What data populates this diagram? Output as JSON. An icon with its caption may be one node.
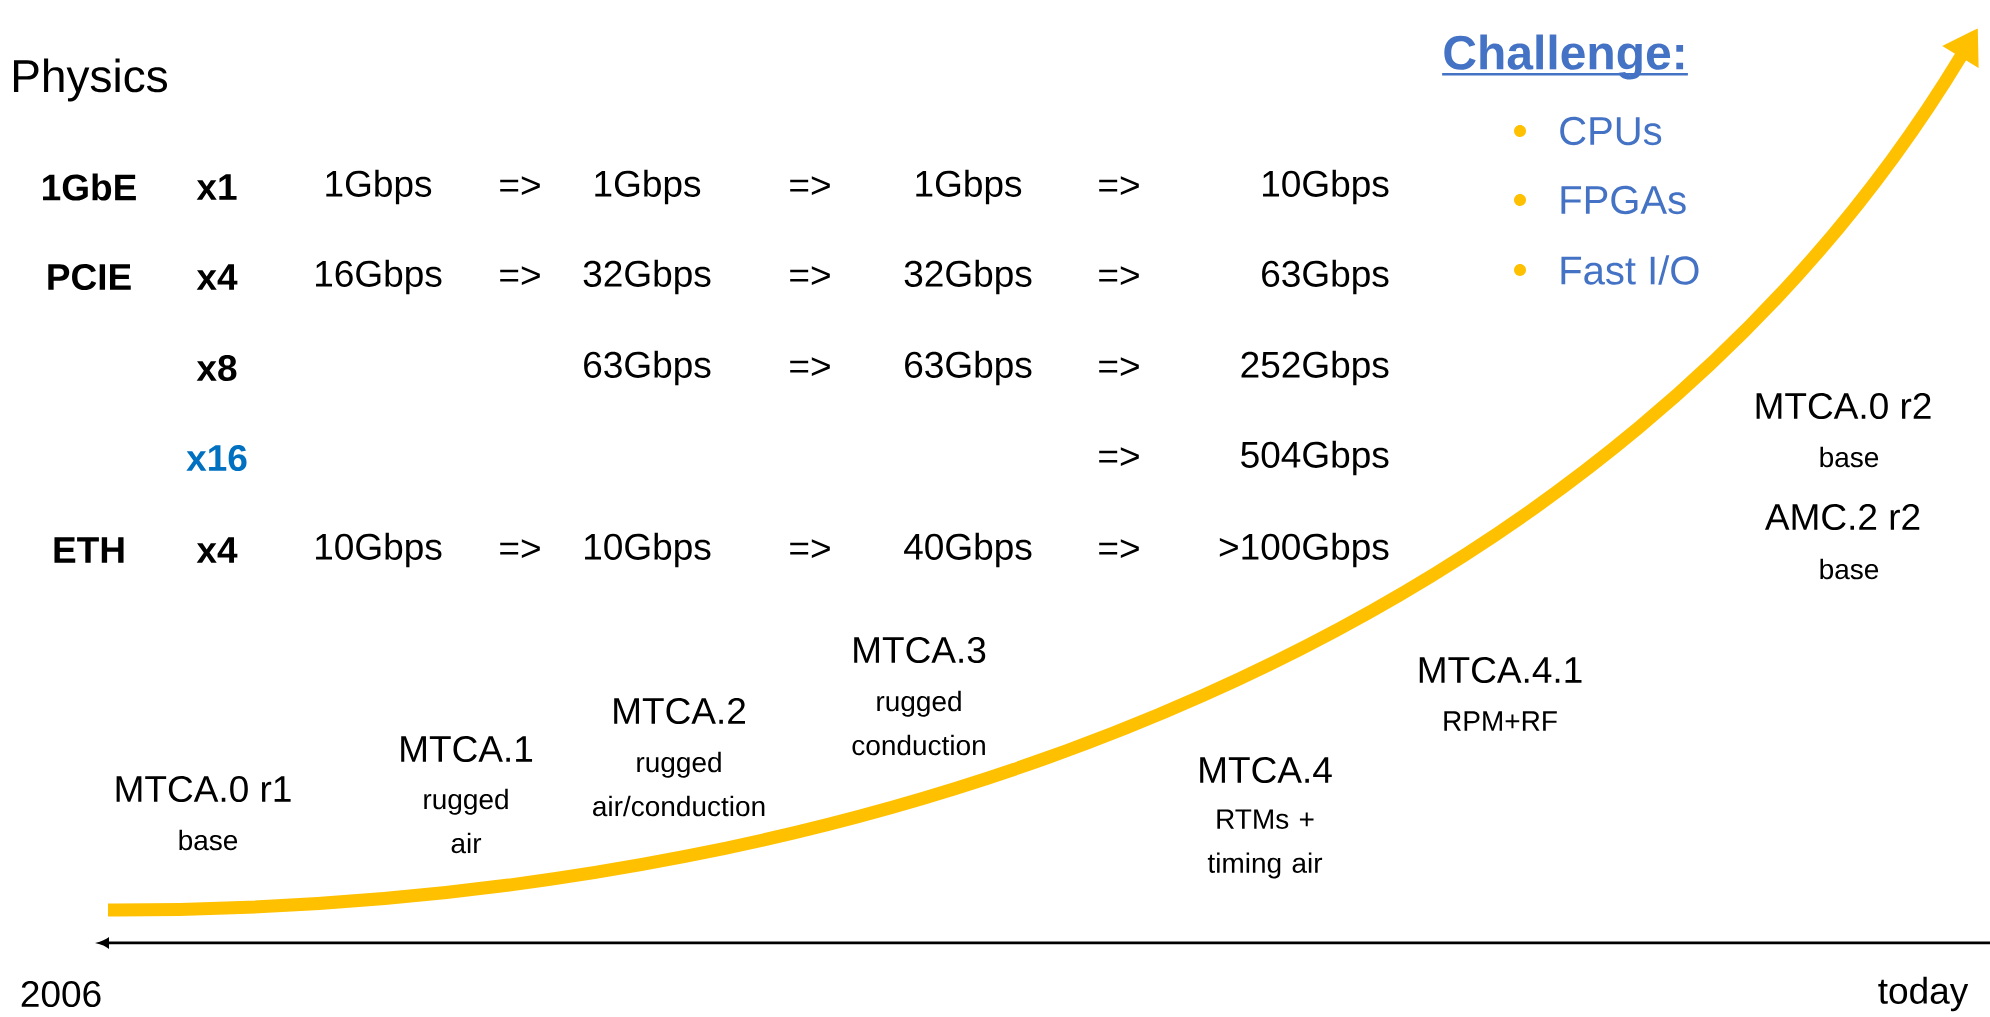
{
  "diagram": {
    "labels": [
      "Physics",
      "Challenge:",
      "CPUs",
      "FPGAs",
      "Fast I/O",
      "1GbE",
      "x1",
      "1Gbps",
      "=>",
      "1Gbps",
      "=>",
      "1Gbps",
      "=>",
      "10Gbps",
      "PCIE",
      "x4",
      "16Gbps",
      "=>",
      "32Gbps",
      "=>",
      "32Gbps",
      "=>",
      "63Gbps",
      "x8",
      "63Gbps",
      "=>",
      "63Gbps",
      "=>",
      "252Gbps",
      "x16",
      "=>",
      "504Gbps",
      "ETH",
      "x4",
      "10Gbps",
      "=>",
      "10Gbps",
      "=>",
      "40Gbps",
      "=>",
      ">100Gbps",
      "MTCA.0 r2",
      "base",
      "AMC.2 r2",
      "base",
      "MTCA.0 r1",
      "base",
      "MTCA.1",
      "rugged air",
      "MTCA.2",
      "rugged air/conduction",
      "MTCA.3",
      "rugged conduction",
      "MTCA.4",
      "RTMs + timing air",
      "MTCA.4.1",
      "RPM+RF",
      "2006",
      "today"
    ]
  }
}
